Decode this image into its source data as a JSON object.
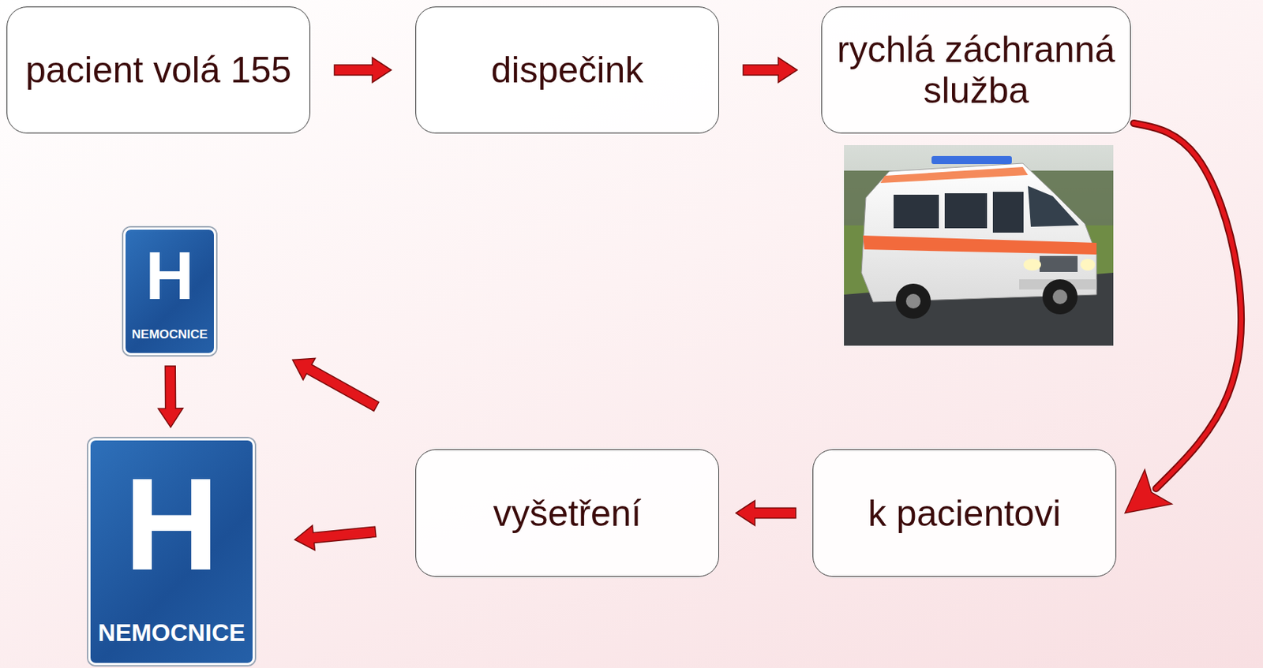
{
  "diagram": {
    "nodes": [
      {
        "text": [
          "pacient volá 155"
        ]
      },
      {
        "text": [
          "dispečink"
        ]
      },
      {
        "text": [
          "rychlá záchranná služba"
        ]
      },
      {
        "text": [
          "H",
          "NEMOCNICE"
        ]
      },
      {
        "text": [
          "H",
          "NEMOCNICE"
        ]
      },
      {
        "text": [
          "vyšetření"
        ]
      },
      {
        "text": [
          "k pacientovi"
        ]
      }
    ],
    "edges": [
      {
        "from": 0,
        "to": 1,
        "arrow": "to"
      },
      {
        "from": 1,
        "to": 2,
        "arrow": "to"
      },
      {
        "from": 2,
        "to": 6,
        "arrow": "to"
      },
      {
        "from": 6,
        "to": 5,
        "arrow": "to"
      },
      {
        "from": 5,
        "to": 4,
        "arrow": "to"
      },
      {
        "from": 5,
        "to": 3,
        "arrow": "to"
      },
      {
        "from": 3,
        "to": 4,
        "arrow": "to"
      }
    ]
  }
}
